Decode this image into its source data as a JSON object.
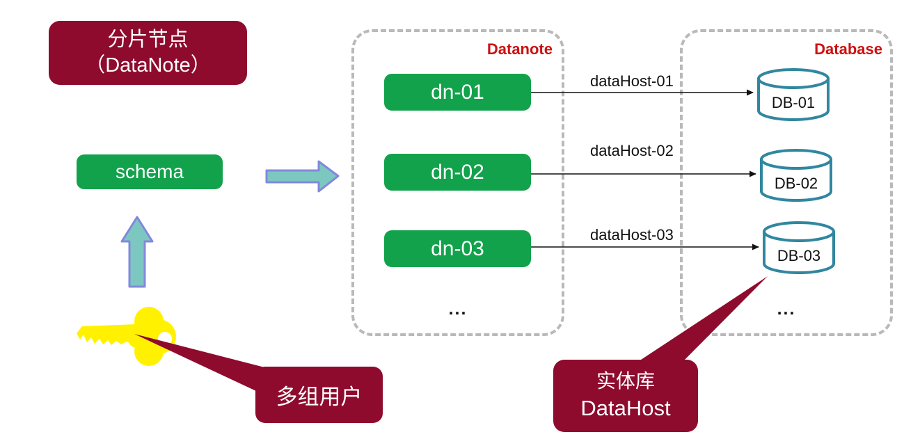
{
  "colors": {
    "maroon": "#8e0b2d",
    "green": "#12a24c",
    "group_label_red": "#cc1111",
    "cylinder_stroke": "#31879f",
    "block_arrow_fill": "#7cc7c0",
    "block_arrow_stroke": "#8288dc",
    "key_yellow": "#fff100",
    "dashed_border": "#b9b9b9"
  },
  "title_box": {
    "line1": "分片节点",
    "line2": "（DataNote）"
  },
  "schema_box": {
    "label": "schema"
  },
  "users_callout": {
    "label": "多组用户"
  },
  "datanote_group": {
    "label": "Datanote",
    "ellipsis": "...",
    "nodes": [
      {
        "label": "dn-01"
      },
      {
        "label": "dn-02"
      },
      {
        "label": "dn-03"
      }
    ]
  },
  "links": [
    {
      "label": "dataHost-01"
    },
    {
      "label": "dataHost-02"
    },
    {
      "label": "dataHost-03"
    }
  ],
  "database_group": {
    "label": "Database",
    "ellipsis": "...",
    "databases": [
      {
        "label": "DB-01"
      },
      {
        "label": "DB-02"
      },
      {
        "label": "DB-03"
      }
    ]
  },
  "datahost_callout": {
    "line1": "实体库",
    "line2": "DataHost"
  }
}
